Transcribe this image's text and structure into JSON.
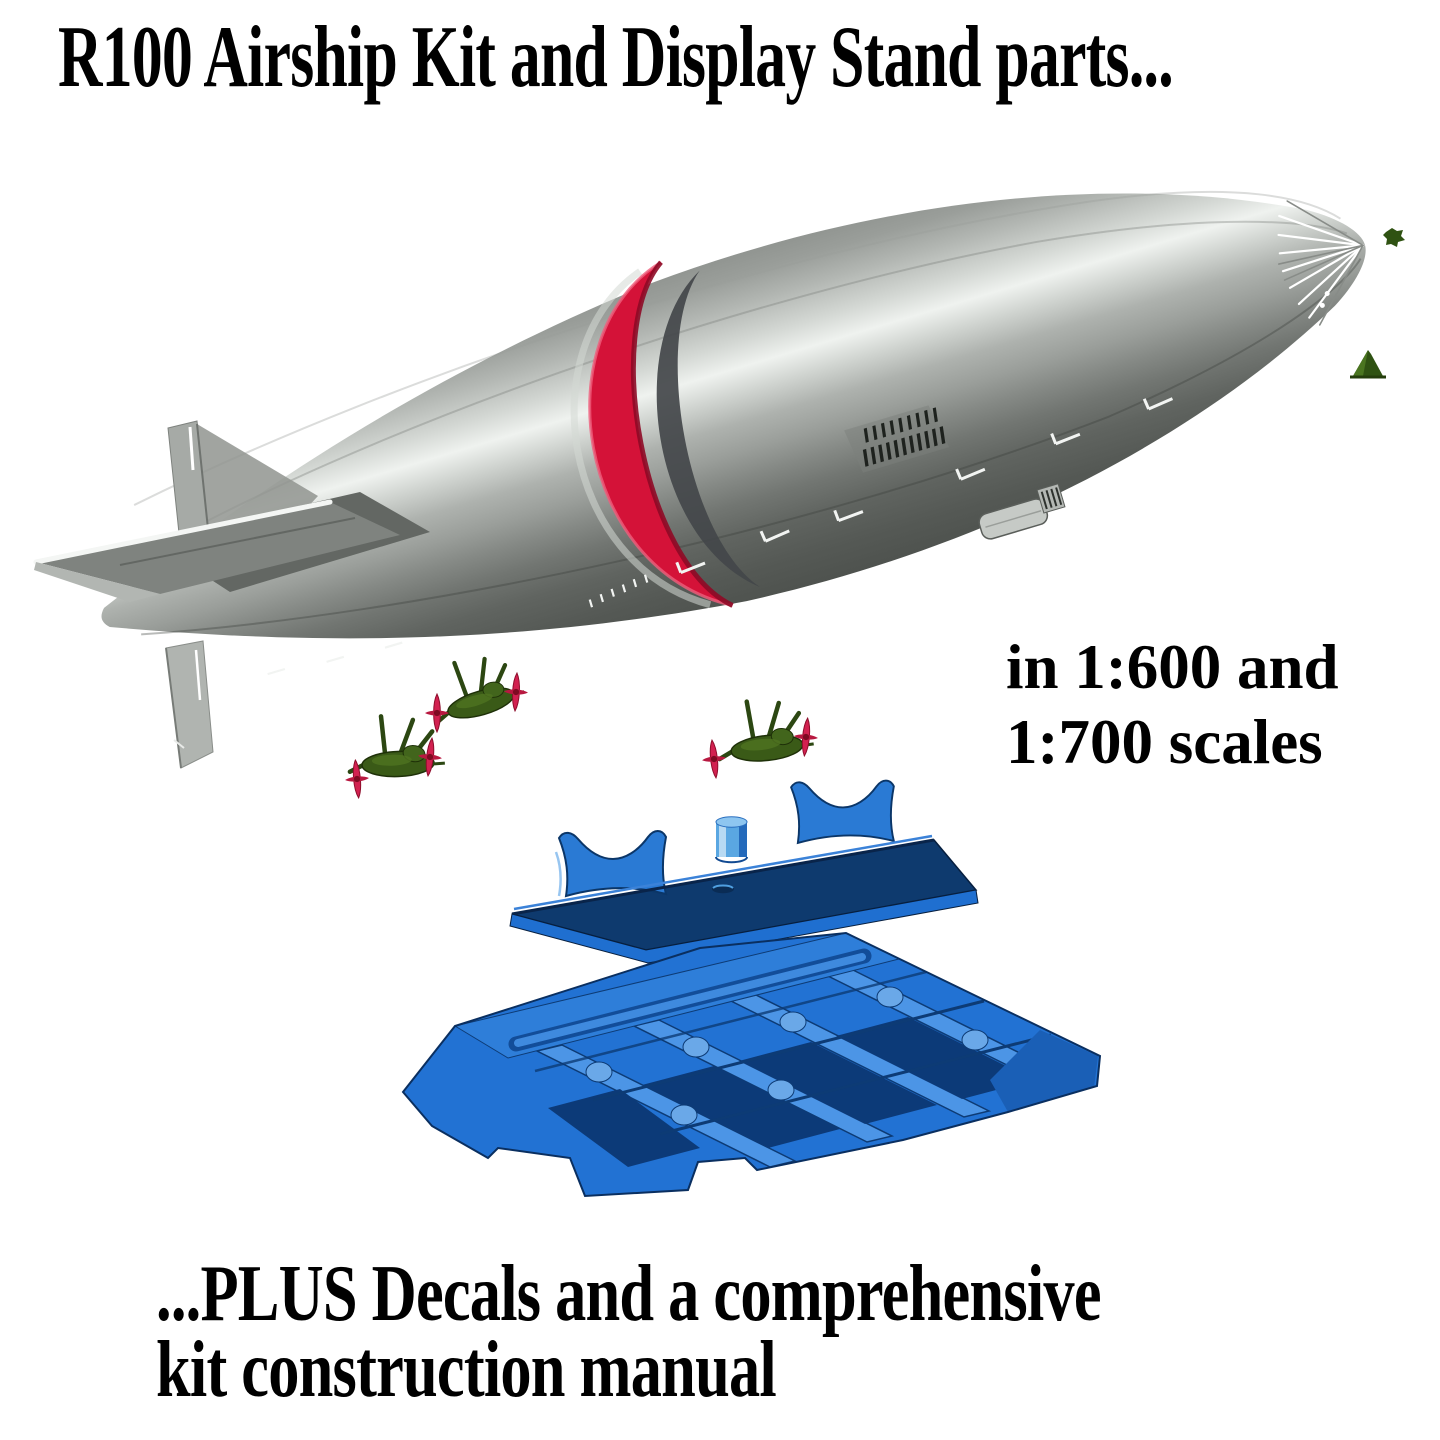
{
  "title": {
    "text": "R100 Airship Kit and Display Stand parts..."
  },
  "scale_note": {
    "line1": "in 1:600 and",
    "line2": "1:700 scales"
  },
  "footer_note": {
    "line1": "...PLUS Decals and a comprehensive",
    "line2": "kit construction manual"
  },
  "illustration": {
    "description": "Exploded 3D render of the R100 airship kit hovering above a two-piece display stand",
    "parts": {
      "hull": {
        "label": "Airship hull",
        "color_top": "#8e928e",
        "color_highlight": "#eff2ef",
        "color_mid": "#aeb2ae",
        "color_belly": "#4d514d"
      },
      "band": {
        "label": "Red hull joining band",
        "color": "#d41238",
        "color_dark": "#8e0a26",
        "color_light": "#ef5e7c"
      },
      "fins": {
        "label": "Tail fins",
        "color": "#b0b4b0"
      },
      "engines": {
        "label": "Engine gondolas",
        "color": "#3a5a17",
        "count": 3
      },
      "propellers": {
        "label": "Propellers",
        "color": "#d22150",
        "count": 6
      },
      "bow_parts": {
        "label": "Bow fittings",
        "color": "#2f5212"
      },
      "stand_plate": {
        "label": "Stand top plate",
        "color": "#0e3a6e",
        "edge_color": "#1f6fd0"
      },
      "stand_cradles": {
        "label": "Hull cradles",
        "color": "#2a7ad4",
        "count": 2
      },
      "stand_peg": {
        "label": "Locating peg",
        "color": "#5aa7e2"
      },
      "stand_base": {
        "label": "Stand base (underside)",
        "color": "#2272d3",
        "rib_color": "#4c95e6",
        "cell_color": "#0c3a78"
      }
    }
  }
}
